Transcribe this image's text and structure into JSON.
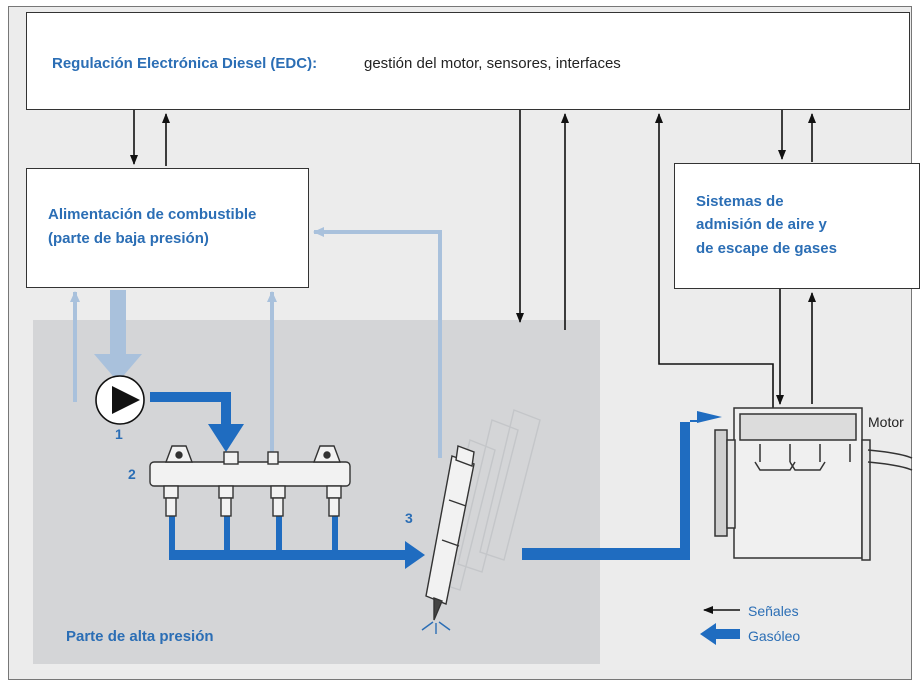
{
  "edc": {
    "title": "Regulación Electrónica Diesel (EDC):",
    "description": "gestión del motor, sensores, interfaces"
  },
  "fuel_supply": {
    "line1": "Alimentación de combustible",
    "line2": "(parte de baja presión)"
  },
  "air_systems": {
    "line1": "Sistemas de",
    "line2": "admisión de aire y",
    "line3": "de escape de gases"
  },
  "high_pressure": {
    "label": "Parte de alta presión"
  },
  "components": {
    "pump_number": "1",
    "rail_number": "2",
    "injector_number": "3"
  },
  "engine": {
    "label": "Motor"
  },
  "legend": {
    "signals": "Señales",
    "fuel": "Gasóleo"
  },
  "colors": {
    "accent_blue": "#2b6eb5",
    "fuel_arrow": "#1f6cc0",
    "light_arrow": "#a9c1dc",
    "signal_arrow": "#111111",
    "high_pressure_zone": "#d4d5d7"
  }
}
